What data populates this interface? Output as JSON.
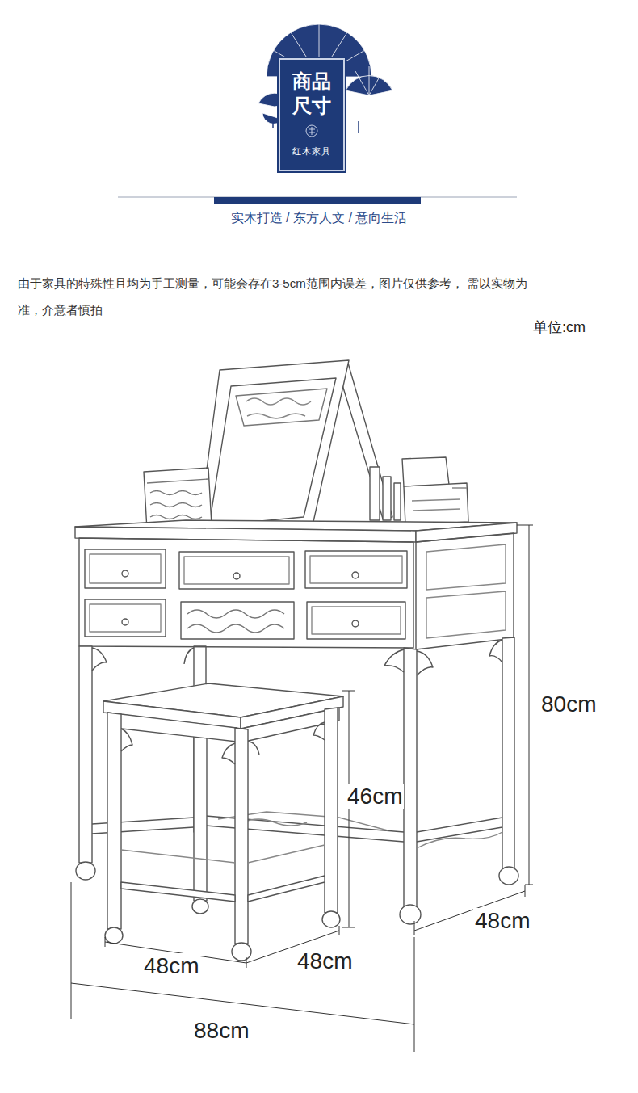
{
  "diagram": {
    "nodes": [
      {
        "text": [
          "商品 尺寸",
          "红木家具"
        ]
      }
    ],
    "labels": [
      "实木打造 / 东方人文 / 意向生活",
      "由于家具的特殊性且均为手工测量，可能会存在3-5cm范围内误差，图片仅供参考， 需以实物为准，介意者慎拍",
      "单位:cm",
      "80cm",
      "46cm",
      "48cm",
      "48cm",
      "48cm",
      "88cm"
    ]
  }
}
